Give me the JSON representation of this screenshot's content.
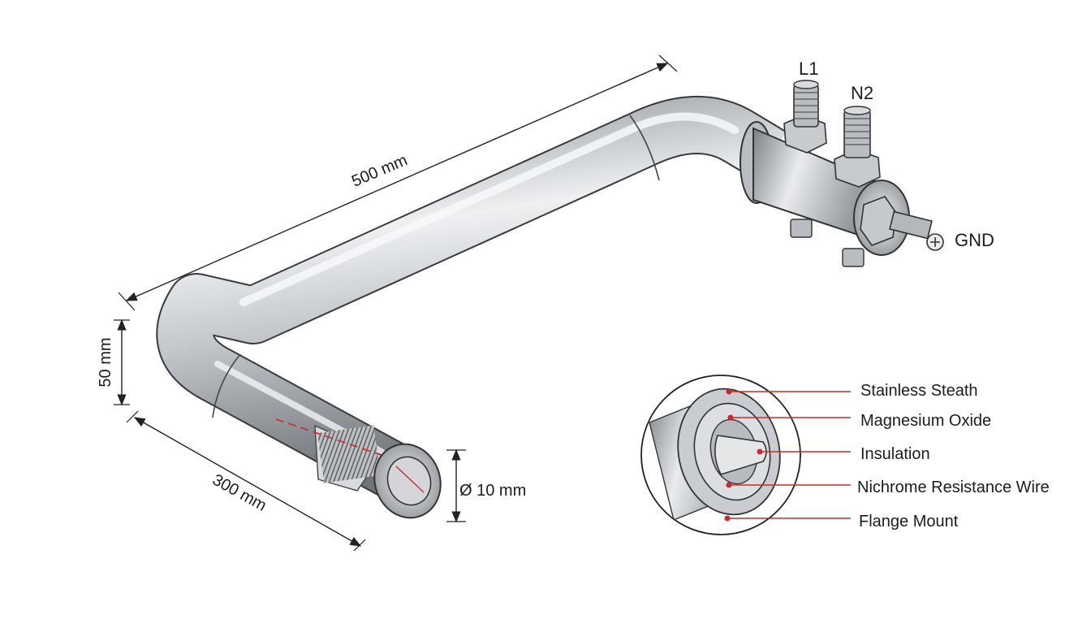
{
  "dimensions": {
    "long_leg": "500 mm",
    "short_leg": "300 mm",
    "height": "50 mm",
    "diameter": "Ø 10 mm"
  },
  "terminals": {
    "l1": "L1",
    "n2": "N2",
    "gnd": "GND"
  },
  "callouts": [
    "Stainless Steath",
    "Magnesium Oxide",
    "Insulation",
    "Nichrome Resistance Wire",
    "Flange Mount"
  ],
  "colors": {
    "metal": "#c7c9cc",
    "outline": "#333333",
    "callout_line": "#cc2a2a"
  }
}
